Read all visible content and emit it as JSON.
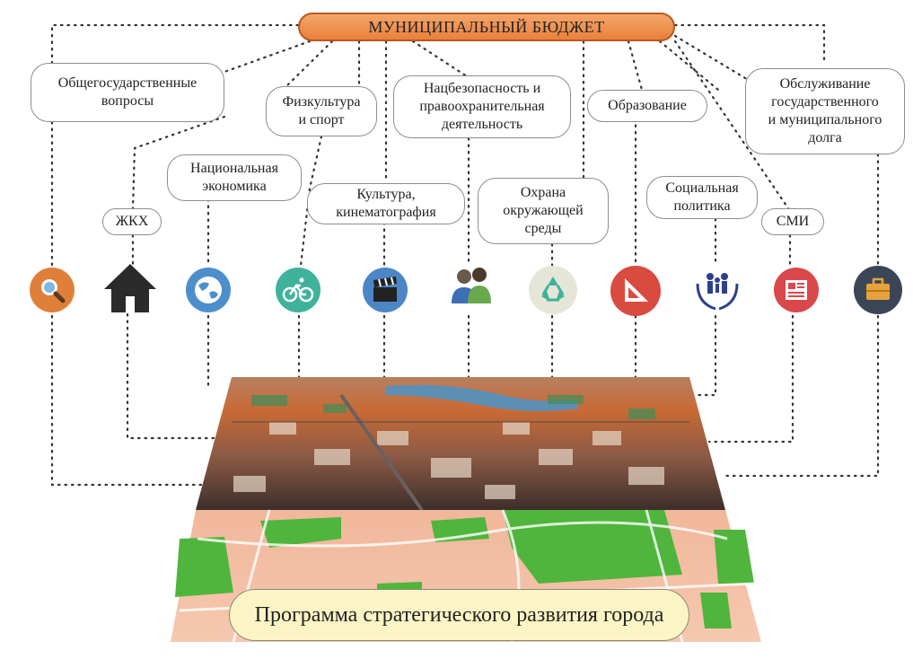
{
  "budget": {
    "label": "МУНИЦИПАЛЬНЫЙ БЮДЖЕТ"
  },
  "categories": [
    {
      "label": "Общегосударственные\nвопросы"
    },
    {
      "label": "Физкультура\nи спорт"
    },
    {
      "label": "Нацбезопасность и\nправоохранительная\nдеятельность"
    },
    {
      "label": "Образование"
    },
    {
      "label": "Обслуживание\nгосударственного\nи муниципального\nдолга"
    },
    {
      "label": "Национальная\nэкономика"
    },
    {
      "label": "ЖКХ"
    },
    {
      "label": "Культура,\nкинематография"
    },
    {
      "label": "Охрана\nокружающей\nсреды"
    },
    {
      "label": "Социальная\nполитика"
    },
    {
      "label": "СМИ"
    }
  ],
  "icons": [
    {
      "name": "magnifier-icon",
      "color": "#e07f3a"
    },
    {
      "name": "house-icon",
      "color": "#2b2b2b"
    },
    {
      "name": "globe-icon",
      "color": "#4d8fcc"
    },
    {
      "name": "bicycle-icon",
      "color": "#3fb39a"
    },
    {
      "name": "clapperboard-icon",
      "color": "#4b86c6"
    },
    {
      "name": "people-icon",
      "color": "#6aa84f"
    },
    {
      "name": "recycle-icon",
      "color": "#e6e6d8"
    },
    {
      "name": "ruler-triangle-icon",
      "color": "#d94a3f"
    },
    {
      "name": "family-hands-icon",
      "color": "#2f3f8c"
    },
    {
      "name": "newspaper-icon",
      "color": "#d9484a"
    },
    {
      "name": "briefcase-icon",
      "color": "#3a4656"
    }
  ],
  "program": {
    "label": "Программа стратегического развития города"
  }
}
